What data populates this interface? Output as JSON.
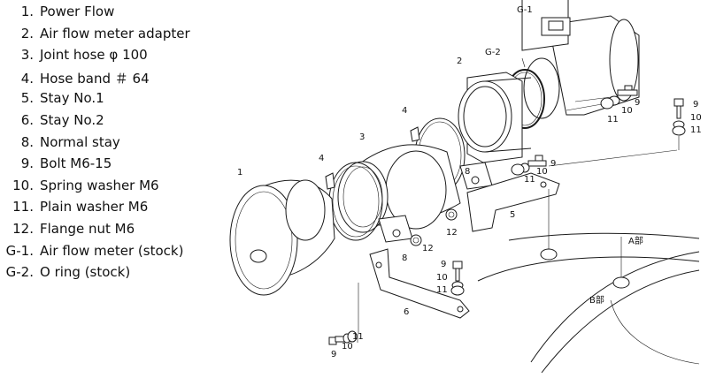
{
  "parts": [
    {
      "num": "1.",
      "name": "Power Flow"
    },
    {
      "num": "2.",
      "name": "Air flow meter adapter"
    },
    {
      "num": "3.",
      "name": "Joint hose φ 100"
    },
    {
      "num": "4.",
      "name": "Hose band ＃ 64"
    },
    {
      "num": "5.",
      "name": "Stay No.1"
    },
    {
      "num": "6.",
      "name": "Stay No.2"
    },
    {
      "num": "8.",
      "name": "Normal stay"
    },
    {
      "num": "9.",
      "name": "Bolt M6-15"
    },
    {
      "num": "10.",
      "name": "Spring washer M6"
    },
    {
      "num": "11.",
      "name": "Plain washer M6"
    },
    {
      "num": "12.",
      "name": "Flange nut M6"
    },
    {
      "num": "G-1.",
      "name": "Air flow meter (stock)"
    },
    {
      "num": "G-2.",
      "name": "O ring (stock)"
    }
  ],
  "callouts": {
    "g1": "G-1",
    "g2": "G-2",
    "n1": "1",
    "n2": "2",
    "n3": "3",
    "n4": "4",
    "n5": "5",
    "n6": "6",
    "n8": "8",
    "n9": "9",
    "n10": "10",
    "n11": "11",
    "n12": "12",
    "a_part": "A部",
    "b_part": "B部"
  }
}
